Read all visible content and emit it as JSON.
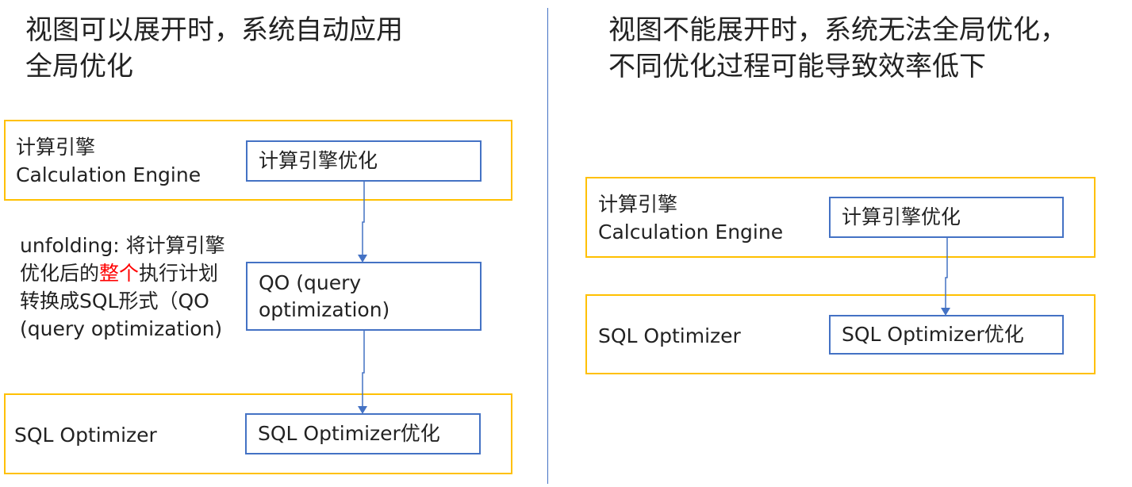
{
  "left": {
    "title": "视图可以展开时，系统自动应用\n全局优化",
    "engine_box": {
      "label": "计算引擎\nCalculation Engine",
      "inner": "计算引擎优化"
    },
    "note": {
      "before": "unfolding: 将计算引擎优化后的",
      "highlight": "整个",
      "after": "执行计划转换成SQL形式（QO (query optimization)"
    },
    "qo_box": "QO (query\noptimization)",
    "sql_box": {
      "label": "SQL Optimizer",
      "inner": "SQL Optimizer优化"
    }
  },
  "right": {
    "title": "视图不能展开时，系统无法全局优化，\n不同优化过程可能导致效率低下",
    "engine_box": {
      "label": "计算引擎\nCalculation Engine",
      "inner": "计算引擎优化"
    },
    "sql_box": {
      "label": "SQL Optimizer",
      "inner": "SQL Optimizer优化"
    }
  },
  "colors": {
    "container_border": "#ffc000",
    "box_border": "#4472c4",
    "highlight": "#ff0000"
  }
}
